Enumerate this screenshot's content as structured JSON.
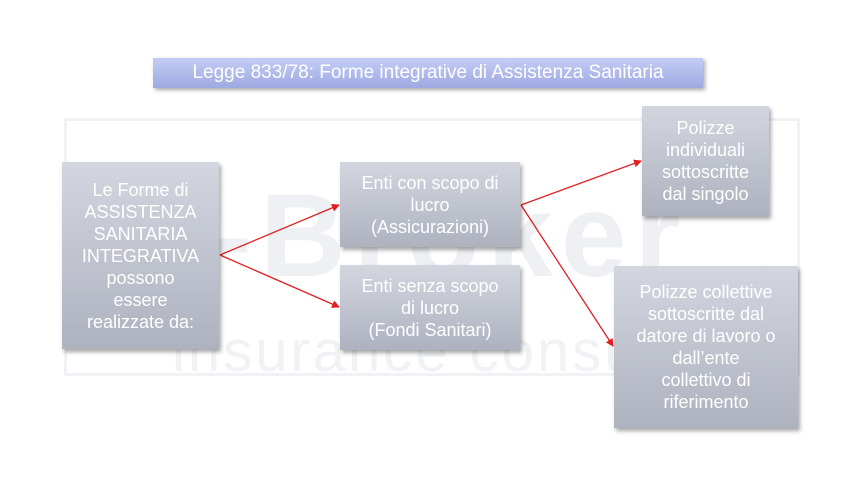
{
  "title": "Legge 833/78: Forme integrative di Assistenza Sanitaria",
  "watermark": {
    "brand": "i-Broker",
    "tagline": "insurance consulting"
  },
  "boxes": {
    "main": "Le Forme di\nASSISTENZA\nSANITARIA\nINTEGRATIVA\npossono\nessere\nrealizzate da:",
    "profit": "Enti con scopo di\nlucro\n(Assicurazioni)",
    "nonprofit": "Enti senza scopo\ndi lucro\n(Fondi Sanitari)",
    "individual": "Polizze\nindividuali\nsottoscritte\ndal singolo",
    "collective": "Polizze collettive\nsottoscritte dal\ndatore di lavoro o\ndall’ente\ncollettivo di\nriferimento"
  },
  "colors": {
    "arrow": "#e02020",
    "box": "#bfc3cd",
    "title_bg": "#aab4e8"
  }
}
